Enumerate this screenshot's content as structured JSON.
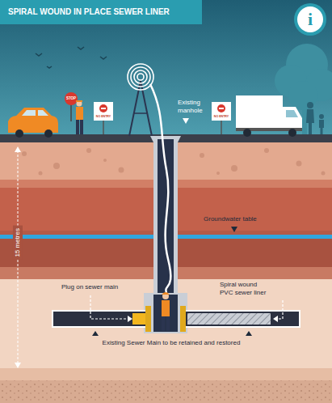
{
  "diagram": {
    "title": "SPIRAL WOUND IN PLACE SEWER LINER",
    "labels": [
      "STOP",
      "NO ENTRY",
      "NO ENTRY",
      "Existing manhole",
      "15 metres",
      "Groundwater table",
      "Plug on sewer main",
      "Spiral wound PVC sewer liner",
      "Existing Sewer Main to be retained and restored",
      "i"
    ]
  }
}
